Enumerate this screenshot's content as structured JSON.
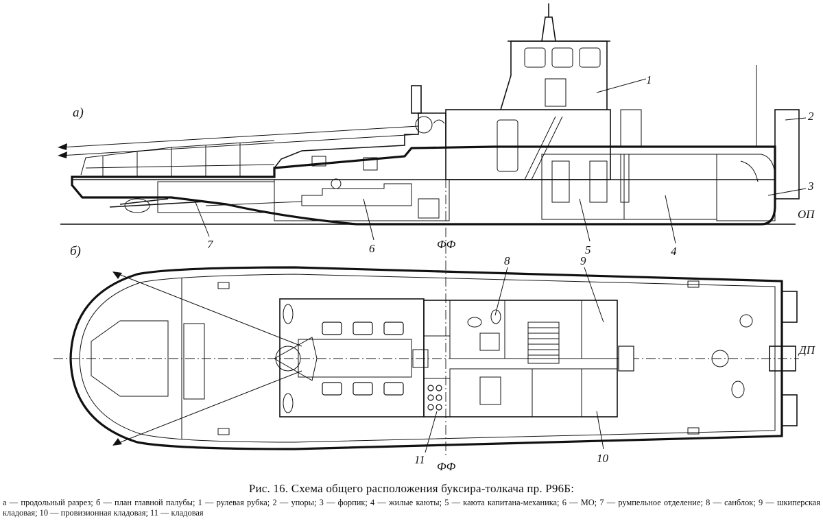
{
  "figure": {
    "view_a_label": "а)",
    "view_b_label": "б)",
    "baseline_label": "ОП",
    "centerline_label": "ДП",
    "frame_label_top": "ФФ",
    "frame_label_bottom": "ФФ",
    "callouts": {
      "c1": "1",
      "c2": "2",
      "c3": "3",
      "c4": "4",
      "c5": "5",
      "c6": "6",
      "c7": "7",
      "c8": "8",
      "c9": "9",
      "c10": "10",
      "c11": "11"
    }
  },
  "caption": {
    "title": "Рис. 16. Схема общего расположения буксира-толкача пр. Р96Б:",
    "legend": "а — продольный разрез; б — план главной палубы; 1 — рулевая рубка; 2 — упоры; 3 — форпик; 4 — жилые каюты; 5 — каюта капитана-механика; 6 — МО; 7 — румпельное отделение; 8 — санблок; 9 — шкиперская кладовая; 10 — провизионная кладовая; 11 — кладовая"
  }
}
